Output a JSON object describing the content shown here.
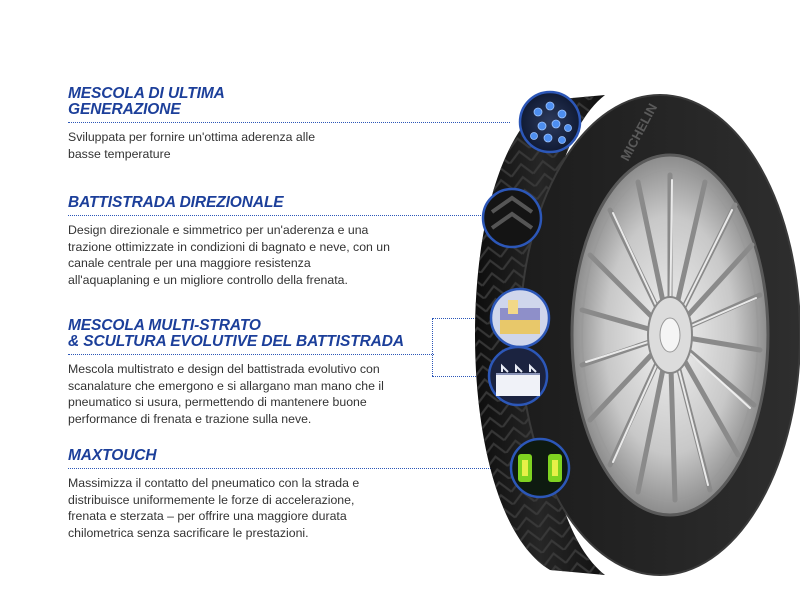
{
  "features": [
    {
      "title_lines": [
        "MESCOLA DI ULTIMA",
        "GENERAZIONE"
      ],
      "description": "Sviluppata per fornire un'ottima aderenza alle basse temperature",
      "icon": "compound-molecule-icon"
    },
    {
      "title_lines": [
        "BATTISTRADA DIREZIONALE"
      ],
      "description": "Design direzionale e simmetrico per un'aderenza e una trazione ottimizzate in condizioni di bagnato e neve, con un canale centrale per una maggiore resistenza all'aquaplaning e un migliore controllo della frenata.",
      "icon": "directional-tread-icon"
    },
    {
      "title_lines": [
        "MESCOLA MULTI-STRATO",
        "& SCULTURA EVOLUTIVE DEL BATTISTRADA"
      ],
      "description": "Mescola multistrato e design del battistrada evolutivo con scanalature che emergono e si allargano man mano che il pneumatico si usura, permettendo di mantenere buone performance di frenata e trazione sulla neve.",
      "icon": "multi-layer-compound-icon"
    },
    {
      "title_lines": [
        "MAXTOUCH"
      ],
      "description": "Massimizza il contatto del pneumatico con la strada e distribuisce uniformemente le forze di accelerazione, frenata e sterzata – per offrire una maggiore durata chilometrica senza sacrificare le prestazioni.",
      "icon": "maxtouch-contact-icon"
    }
  ],
  "tyre": {
    "brand_text": "MICHELIN"
  },
  "colors": {
    "accent_blue": "#1c3f9a",
    "dotted_line": "#2c57b8",
    "rubber": "#1a1a1a",
    "green_patch": "#7ed321"
  }
}
